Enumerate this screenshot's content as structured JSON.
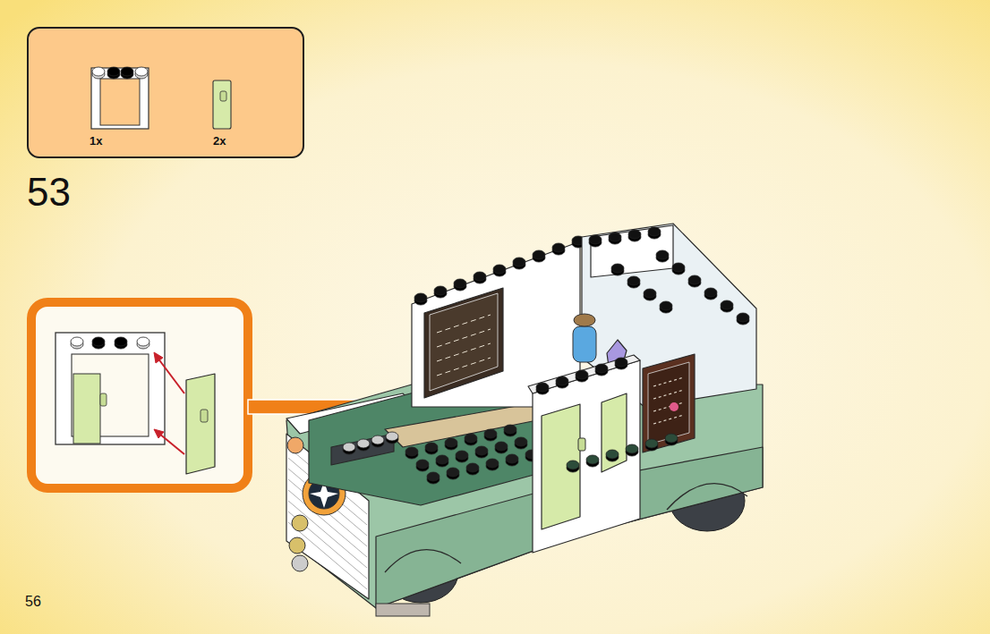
{
  "diagram": {
    "nodes": [
      {
        "text": [
          "1x",
          "2x"
        ]
      }
    ],
    "edges": [],
    "labels": [
      "53",
      "56"
    ]
  }
}
